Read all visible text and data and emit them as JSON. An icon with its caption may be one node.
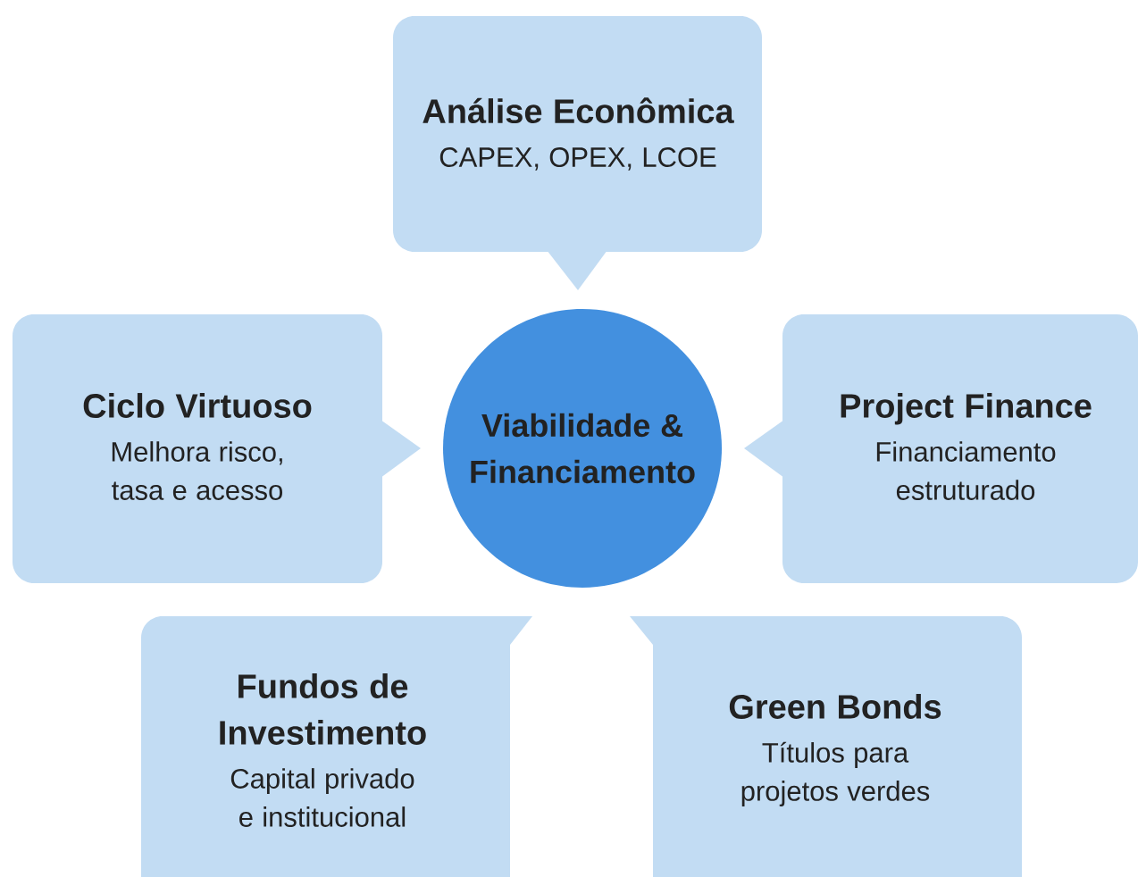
{
  "diagram": {
    "nodes": [
      {
        "text": [
          "Análise Econômica",
          "CAPEX, OPEX, LCOE"
        ]
      },
      {
        "text": [
          "Ciclo Virtuoso",
          "Melhora risco, tasa e acesso"
        ]
      },
      {
        "text": [
          "Viabilidade & Financiamento"
        ]
      },
      {
        "text": [
          "Project Finance",
          "Financiamento estruturado"
        ]
      },
      {
        "text": [
          "Fundos de Investimento",
          "Capital privado e institucional"
        ]
      },
      {
        "text": [
          "Green Bonds",
          "Títulos para projetos verdes"
        ]
      }
    ]
  }
}
